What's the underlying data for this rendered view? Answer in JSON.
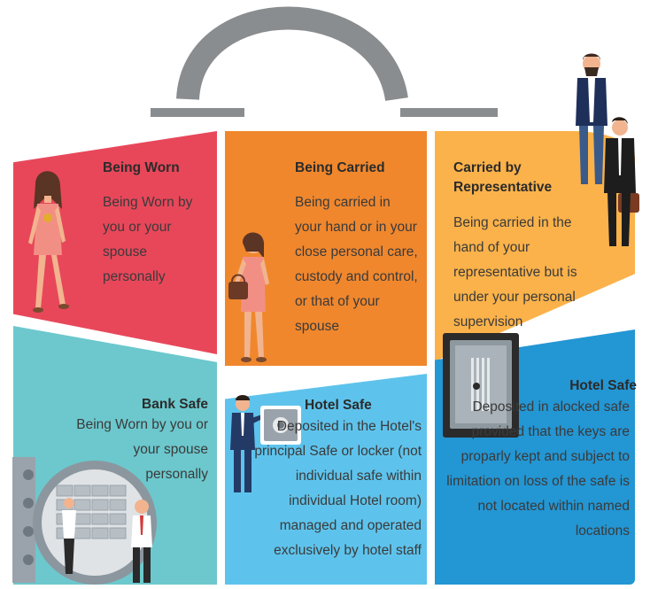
{
  "panels": {
    "worn": {
      "title": "Being Worn",
      "body": "Being Worn by you or your spouse personally",
      "color": "#e8475a"
    },
    "carried": {
      "title": "Being Carried",
      "body": "Being carried in your hand or in your close personal care, custody and control, or that of your spouse",
      "color": "#f0872d"
    },
    "rep": {
      "title": "Carried by Representative",
      "body": "Being carried in the hand of your representative but is under your personal supervision",
      "color": "#fbb24a"
    },
    "bank": {
      "title": "Bank Safe",
      "body": "Being Worn by you or your spouse personally",
      "color": "#6cc8cd"
    },
    "hotel_mid": {
      "title": "Hotel Safe",
      "body": "Deposited in the Hotel's principal Safe or locker (not individual safe within individual Hotel room) managed and operated exclusively by hotel staff",
      "color": "#5ec3ec"
    },
    "hotel_right": {
      "title": "Hotel Safe",
      "body": "Deposited in alocked safe provided that the keys are proparly kept and subject to limitation on loss of the safe is not located within named locations",
      "color": "#2396d4"
    }
  },
  "handle_color": "#8a8d8f",
  "icons": [
    "handle-icon",
    "woman-worn-icon",
    "woman-handbag-icon",
    "businessmen-icon",
    "vault-door-icon",
    "hotel-clerk-icon",
    "safe-box-icon"
  ]
}
